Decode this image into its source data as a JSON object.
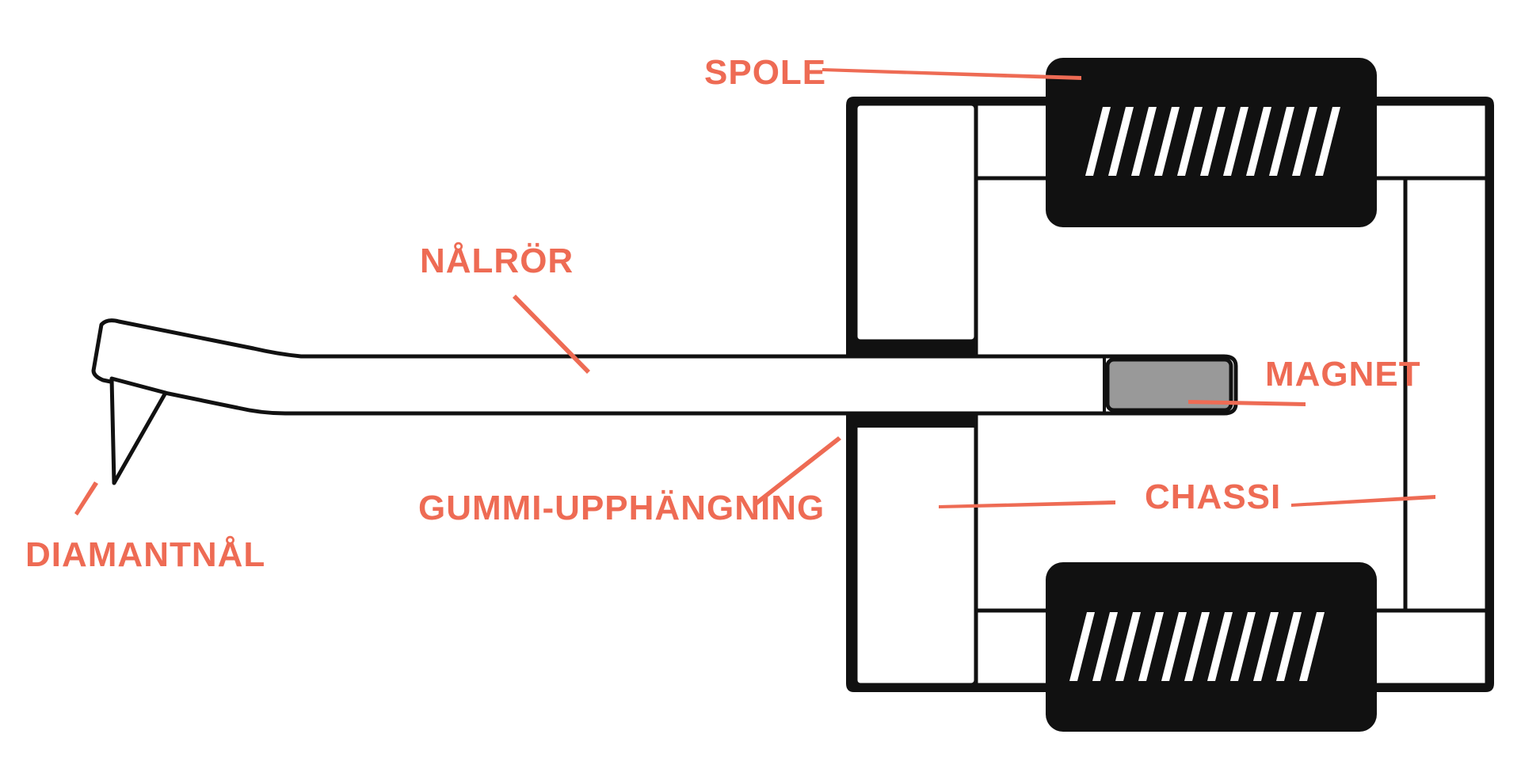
{
  "labels": {
    "spole": "SPOLE",
    "nalror": "NÅLRÖR",
    "magnet": "MAGNET",
    "gummi": "GUMMI-UPPHÄNGNING",
    "chassi": "CHASSI",
    "diamantnal": "DIAMANTNÅL"
  },
  "colors": {
    "label": "#ee6b54",
    "outline": "#111111",
    "magnet": "#999999",
    "background": "#ffffff"
  }
}
